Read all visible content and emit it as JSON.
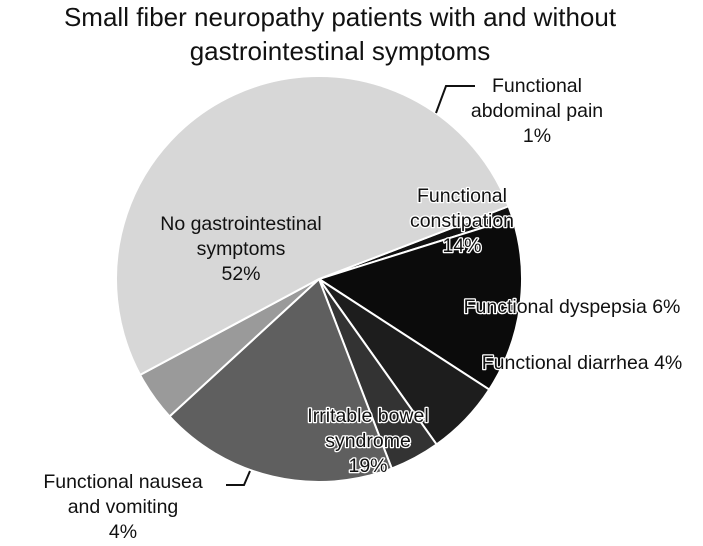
{
  "chart_data": {
    "type": "pie",
    "title_lines": [
      "Small fiber neuropathy patients with and without",
      "gastrointestinal symptoms"
    ],
    "slices": [
      {
        "name": "Functional abdominal pain",
        "value": 1,
        "label_lines": [
          "Functional",
          "abdominal pain",
          "1%"
        ],
        "color": "#111111"
      },
      {
        "name": "Functional constipation",
        "value": 14,
        "label_lines": [
          "Functional",
          "constipation",
          "14%"
        ],
        "color": "#0b0b0b"
      },
      {
        "name": "Functional dyspepsia",
        "value": 6,
        "label_lines": [
          "Functional dyspepsia 6%"
        ],
        "color": "#1d1d1d"
      },
      {
        "name": "Functional diarrhea",
        "value": 4,
        "label_lines": [
          "Functional diarrhea 4%"
        ],
        "color": "#333333"
      },
      {
        "name": "Irritable bowel syndrome",
        "value": 19,
        "label_lines": [
          "Irritable bowel",
          "syndrome",
          "19%"
        ],
        "color": "#5f5f5f"
      },
      {
        "name": "Functional nausea and vomiting",
        "value": 4,
        "label_lines": [
          "Functional nausea",
          "and vomiting",
          "4%"
        ],
        "color": "#9a9a9a"
      },
      {
        "name": "No gastrointestinal symptoms",
        "value": 52,
        "label_lines": [
          "No gastrointestinal",
          "symptoms",
          "52%"
        ],
        "color": "#d7d7d7"
      }
    ]
  }
}
